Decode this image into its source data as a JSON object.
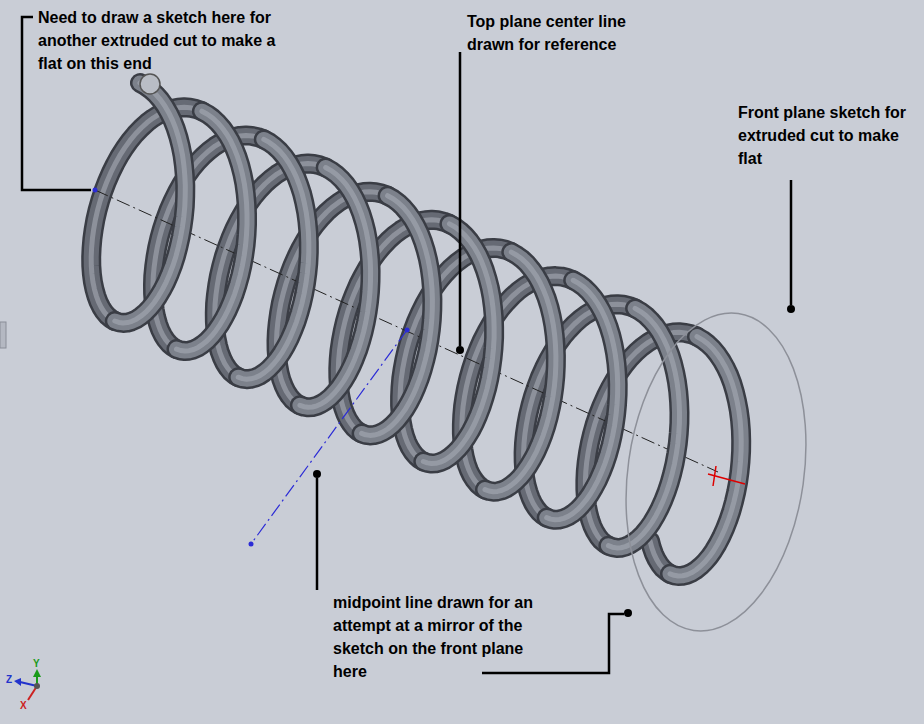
{
  "diagram": {
    "labels": [
      "Need to draw a sketch here for another extruded cut to make a flat on this end",
      "Top plane center line drawn for reference",
      "Front plane sketch for extruded cut to make flat",
      "midpoint line drawn for an attempt at a mirror of the sketch on the front plane here",
      "Y",
      "Z",
      "X"
    ]
  }
}
